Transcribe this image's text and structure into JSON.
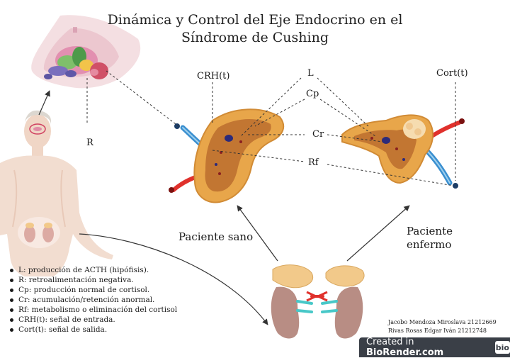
{
  "title": "Dinámica y Control del Eje Endocrino en el Síndrome de Cushing",
  "labels": {
    "crh": "CRH(t)",
    "l": "L",
    "cp": "Cp",
    "cr": "Cr",
    "rf": "Rf",
    "cort": "Cort(t)",
    "r": "R",
    "healthy": "Paciente sano",
    "sick": "Paciente enfermo"
  },
  "legend": [
    "L: producción de ACTH (hipófisis).",
    "R: retroalimentación negativa.",
    "Cp: producción normal de cortisol.",
    "Cr: acumulación/retención anormal.",
    "Rf: metabolismo o eliminación del cortisol",
    "CRH(t): señal de entrada.",
    "Cort(t): señal de salida."
  ],
  "authors": [
    "Jacobo Mendoza Miroslava 21212669",
    "Rivas Rosas Edgar Iván 21212748"
  ],
  "badge": {
    "prefix": "Created in ",
    "brand": "BioRender.com",
    "logo": "bio"
  },
  "colors": {
    "adrenal": "#e8a64a",
    "adrenal_inner": "#c27632",
    "artery": "#e0312c",
    "vein": "#3a8fd0",
    "kidney": "#b88d84",
    "skin": "#f2ddd0",
    "badge_bg": "#3a3f47"
  }
}
